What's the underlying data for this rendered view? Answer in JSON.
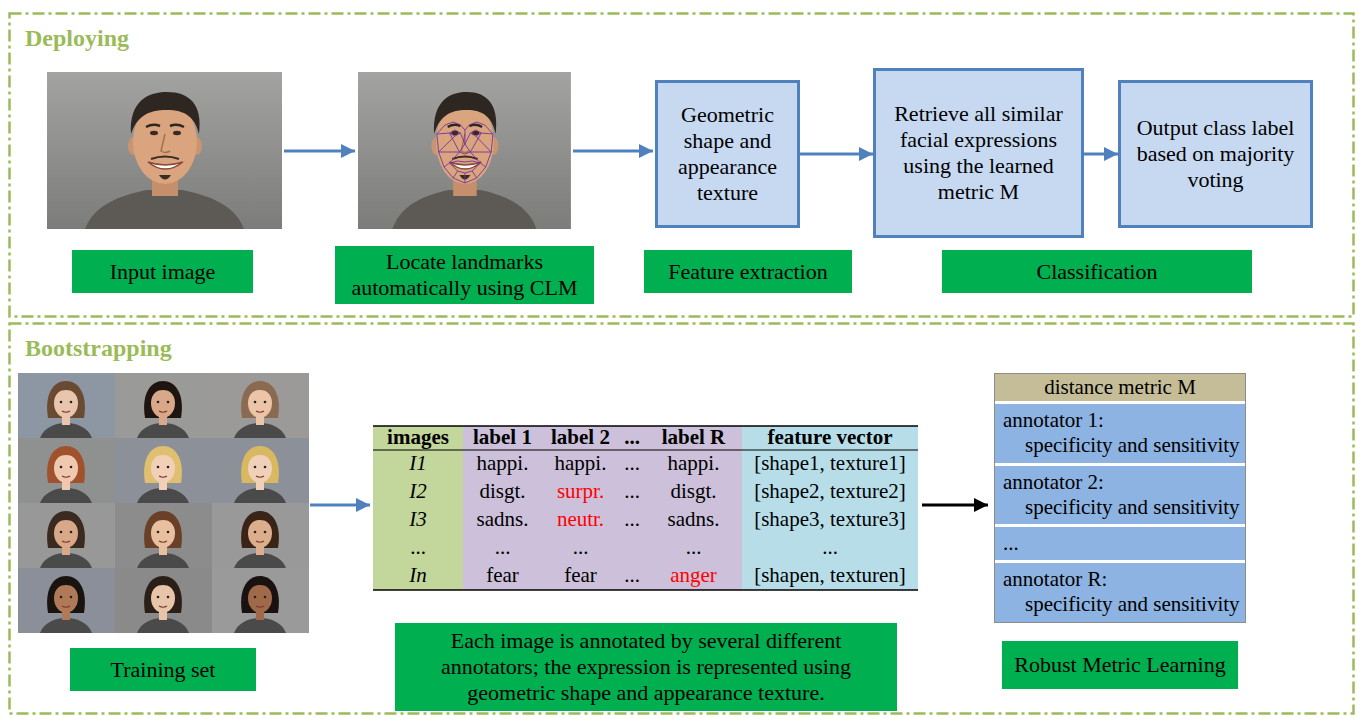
{
  "diagram": {
    "nodes": [
      {
        "text": [
          "Deploying"
        ]
      },
      {
        "text": [
          "Input image"
        ],
        "in": 0
      },
      {
        "text": [
          "Locate landmarks automatically using CLM"
        ],
        "in": 0
      },
      {
        "text": [
          "Geometric shape and appearance texture"
        ],
        "in": 0
      },
      {
        "text": [
          "Retrieve all similar facial expressions using the learned metric M"
        ],
        "in": 0
      },
      {
        "text": [
          "Output class label based on majority voting"
        ],
        "in": 0
      },
      {
        "text": [
          "Feature extraction"
        ],
        "in": 0
      },
      {
        "text": [
          "Classification"
        ],
        "in": 0
      },
      {
        "text": [
          "Bootstrapping"
        ]
      },
      {
        "text": [
          "Training set"
        ],
        "in": 8
      },
      {
        "text": [
          "Each image is annotated by several different annotators; the expression is represented using geometric shape and appearance texture."
        ],
        "in": 8
      },
      {
        "text": [
          "distance metric M"
        ],
        "in": 8
      },
      {
        "text": [
          "annotator 1:",
          "specificity and sensitivity"
        ],
        "in": 11
      },
      {
        "text": [
          "annotator 2:",
          "specificity and sensitivity"
        ],
        "in": 11
      },
      {
        "text": [
          "..."
        ],
        "in": 11
      },
      {
        "text": [
          "annotator R:",
          "specificity and sensitivity"
        ],
        "in": 11
      },
      {
        "text": [
          "Robust Metric Learning"
        ],
        "in": 8
      }
    ],
    "edges": [
      {
        "from": 3,
        "to": 4,
        "arrow": "to"
      },
      {
        "from": 4,
        "to": 5,
        "arrow": "to"
      }
    ],
    "labels": [
      "images",
      "label 1",
      "label 2",
      "...",
      "label R",
      "feature vector",
      "I1",
      "happi.",
      "happi.",
      "...",
      "happi.",
      "[shape1, texture1]",
      "I2",
      "disgt.",
      "surpr.",
      "...",
      "disgt.",
      "[shape2, texture2]",
      "I3",
      "sadns.",
      "neutr.",
      "...",
      "sadns.",
      "[shape3, texture3]",
      "...",
      "...",
      "...",
      "...",
      "...",
      "In",
      "fear",
      "fear",
      "...",
      "anger",
      "[shapen, texturen]"
    ]
  }
}
